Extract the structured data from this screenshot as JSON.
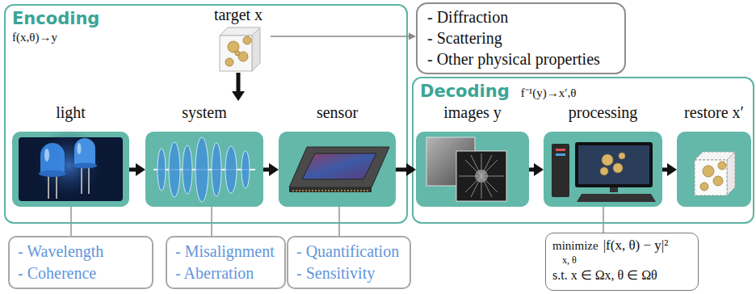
{
  "diagram": {
    "nodes": [
      {
        "text": [
          "Encoding",
          "f(x,θ)→y"
        ]
      },
      {
        "text": [
          "target x"
        ],
        "in": 0
      },
      {
        "text": [
          "light"
        ],
        "in": 0
      },
      {
        "text": [
          "system"
        ],
        "in": 0
      },
      {
        "text": [
          "sensor"
        ],
        "in": 0
      },
      {
        "text": [
          "- Diffraction",
          "- Scattering",
          "- Other physical properties"
        ]
      },
      {
        "text": [
          "Decoding",
          "f⁻¹(y)→x′,θ"
        ]
      },
      {
        "text": [
          "images y"
        ],
        "in": 6
      },
      {
        "text": [
          "processing"
        ],
        "in": 6
      },
      {
        "text": [
          "restore x′"
        ],
        "in": 6
      },
      {
        "text": [
          "- Wavelength",
          "- Coherence"
        ]
      },
      {
        "text": [
          "- Misalignment",
          "- Aberration"
        ]
      },
      {
        "text": [
          "- Quantification",
          "- Sensitivity"
        ]
      },
      {
        "text": [
          "minimize",
          "x, θ",
          "|f(x, θ) − y|²",
          "s.t. x ∈ Ωx, θ ∈ Ωθ"
        ]
      }
    ],
    "edges": [
      {
        "from": 2,
        "to": 3,
        "arrow": "to"
      },
      {
        "from": 3,
        "to": 4,
        "arrow": "to"
      },
      {
        "from": 4,
        "to": 7,
        "arrow": "to"
      },
      {
        "from": 7,
        "to": 8,
        "arrow": "to"
      },
      {
        "from": 8,
        "to": 9,
        "arrow": "to"
      },
      {
        "from": 1,
        "to": 3,
        "arrow": "to"
      },
      {
        "from": 1,
        "to": 5,
        "arrow": "to"
      },
      {
        "from": 2,
        "to": 10,
        "arrow": "none"
      },
      {
        "from": 3,
        "to": 11,
        "arrow": "none"
      },
      {
        "from": 4,
        "to": 12,
        "arrow": "none"
      },
      {
        "from": 8,
        "to": 13,
        "arrow": "none"
      }
    ]
  }
}
